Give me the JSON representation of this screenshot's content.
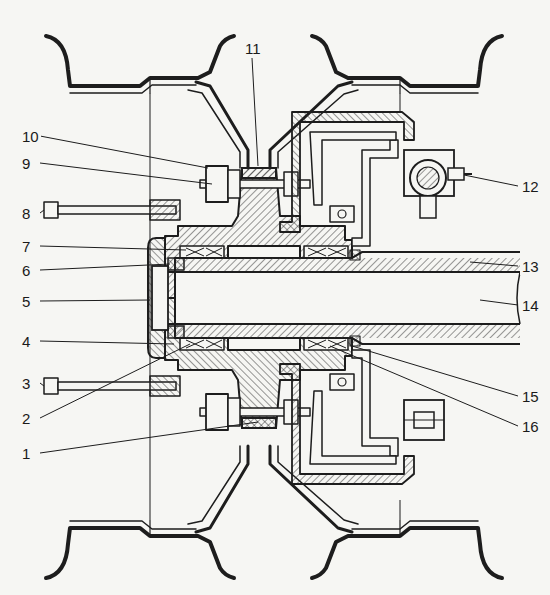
{
  "diagram": {
    "labels": [
      "11",
      "10",
      "9",
      "8",
      "7",
      "6",
      "5",
      "4",
      "3",
      "2",
      "1",
      "12",
      "13",
      "14",
      "15",
      "16"
    ]
  }
}
